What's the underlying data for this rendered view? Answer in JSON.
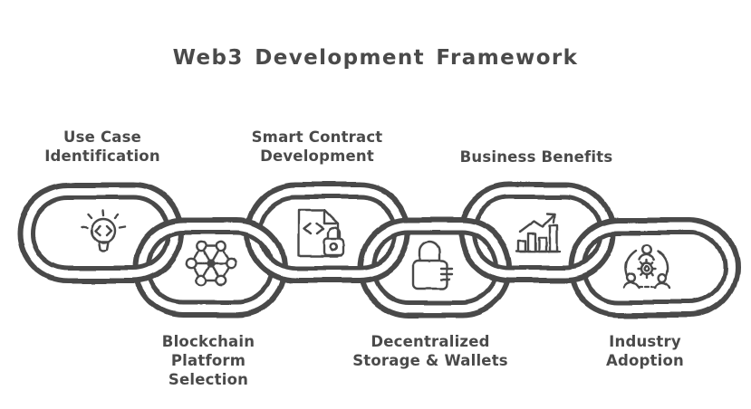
{
  "title": "Web3 Development Framework",
  "colors": {
    "ink": "#4a4a4a",
    "background": "#ffffff"
  },
  "chain": {
    "links": [
      {
        "id": 1,
        "label": "Use Case\nIdentification",
        "label_position": "top",
        "icon": "lightbulb-code-icon"
      },
      {
        "id": 2,
        "label": "Blockchain\nPlatform\nSelection",
        "label_position": "bottom",
        "icon": "blockchain-network-icon"
      },
      {
        "id": 3,
        "label": "Smart Contract\nDevelopment",
        "label_position": "top",
        "icon": "smart-contract-document-lock-icon"
      },
      {
        "id": 4,
        "label": "Decentralized\nStorage & Wallets",
        "label_position": "bottom",
        "icon": "padlock-wallet-icon"
      },
      {
        "id": 5,
        "label": "Business Benefits",
        "label_position": "top",
        "icon": "growth-chart-arrow-icon"
      },
      {
        "id": 6,
        "label": "Industry\nAdoption",
        "label_position": "bottom",
        "icon": "people-gear-icon"
      }
    ]
  }
}
